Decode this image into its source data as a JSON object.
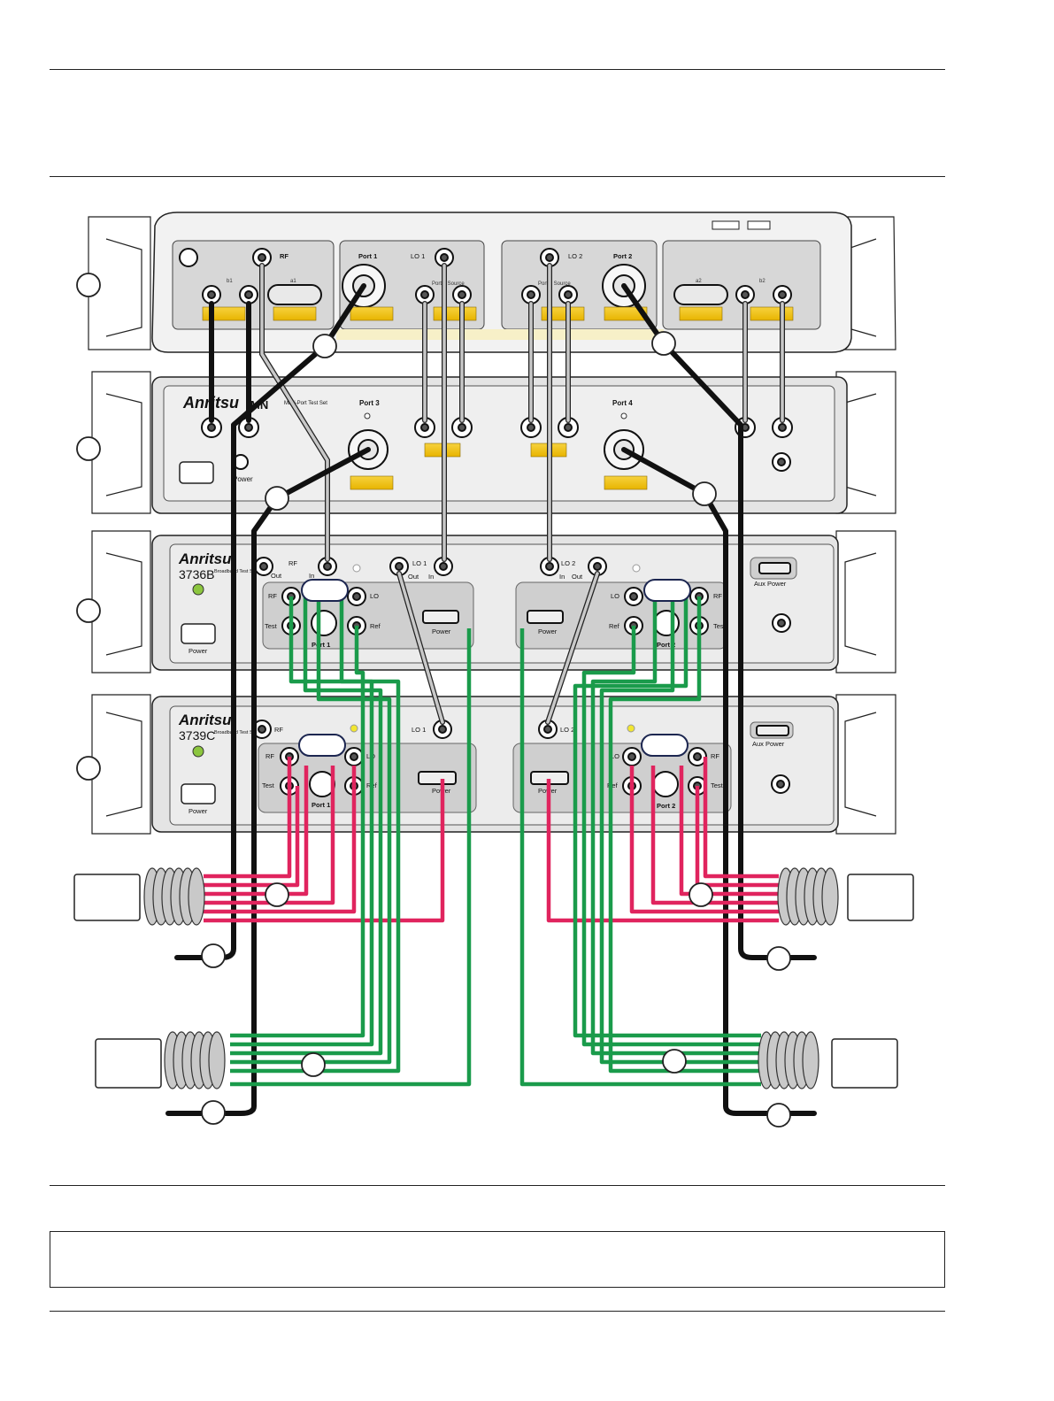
{
  "colors": {
    "rf_cable": "#e0245e",
    "lo_cable": "#1a9b4b",
    "coax": "#111111",
    "semi_rigid": "#bdbdbd",
    "warning_label": "#f4c20d",
    "panel_bg": "#e6e6e6",
    "module_bg": "#cfcfcf"
  },
  "vna": {
    "test_ports": [
      "Port 1",
      "Port 2"
    ],
    "rf_label": "RF",
    "lo_labels": [
      "LO 1",
      "LO 2"
    ],
    "receiver_labels": [
      "b1",
      "a1",
      "a2",
      "b2"
    ],
    "source_labels": [
      "Port 1 Source",
      "Port 2 Source"
    ]
  },
  "multiport": {
    "brand": "Anritsu",
    "model_fragment": "MN",
    "subtitle": "Multi-Port Test Set",
    "ports": [
      "Port 3",
      "Port 4"
    ],
    "power_label": "Power"
  },
  "unit_3736b": {
    "brand": "Anritsu",
    "model": "3736B",
    "subtitle": "Broadband Test Set",
    "labels": {
      "rf": "RF",
      "out": "Out",
      "in": "In",
      "lo1": "LO 1",
      "lo2": "LO 2",
      "lo": "LO",
      "test": "Test",
      "ref": "Ref",
      "port1": "Port 1",
      "port2": "Port 2",
      "power": "Power",
      "aux_power": "Aux Power"
    }
  },
  "unit_3739c": {
    "brand": "Anritsu",
    "model": "3739C",
    "subtitle": "Broadband Test Set",
    "labels": {
      "rf": "RF",
      "lo1": "LO 1",
      "lo2": "LO 2",
      "lo": "LO",
      "test": "Test",
      "ref": "Ref",
      "port1": "Port 1",
      "port2": "Port 2",
      "power": "Power",
      "aux_power": "Aux Power"
    }
  }
}
